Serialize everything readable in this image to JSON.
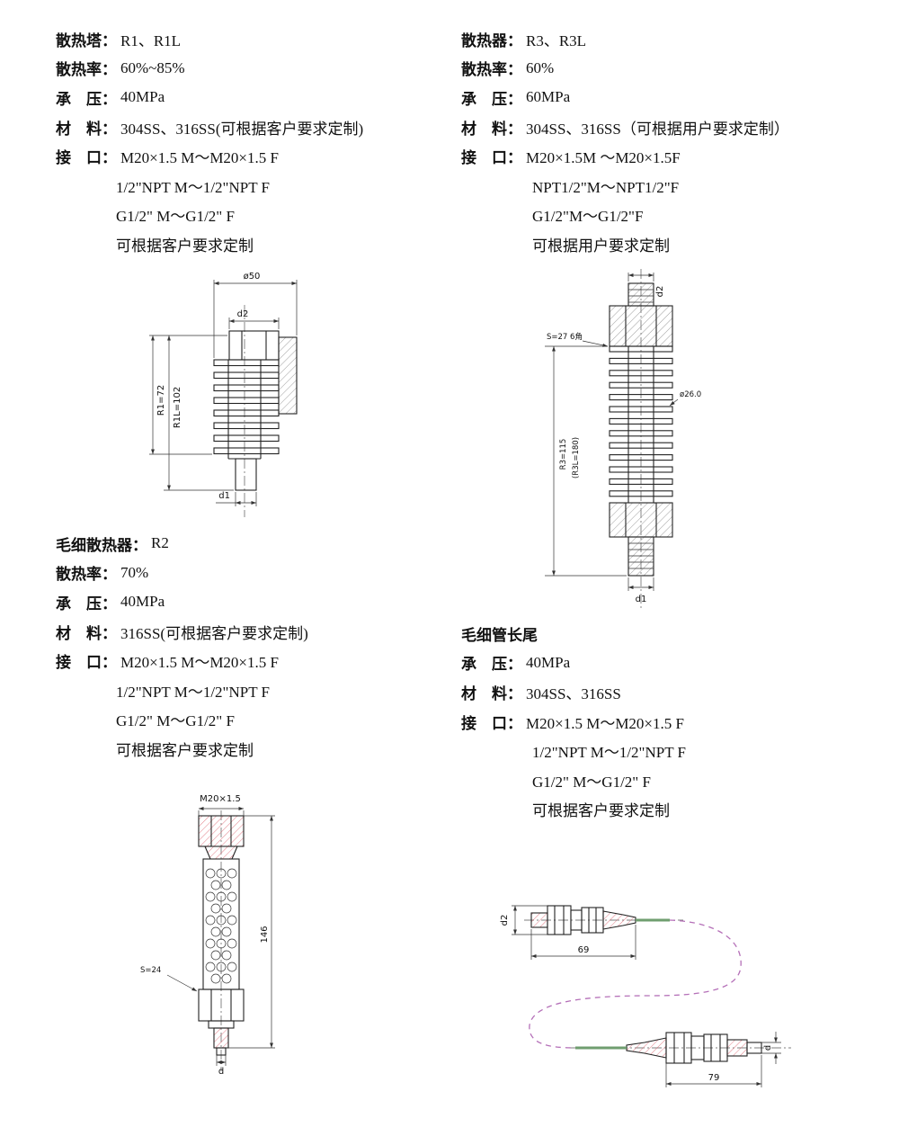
{
  "page": {
    "background": "#ffffff"
  },
  "colors": {
    "hatch_gray": "#888888",
    "hatch_red": "#e0707c",
    "capillary_purple": "#b570b8",
    "tube_green": "#6f9e6f",
    "ink": "#111111"
  },
  "specs": {
    "r1": {
      "rows": [
        {
          "label": "散热塔：",
          "value": "R1、R1L"
        },
        {
          "label": "散热率：",
          "value": "60%~85%"
        },
        {
          "label": "承　压：",
          "value": "40MPa"
        },
        {
          "label": "材　料：",
          "value": "304SS、316SS(可根据客户要求定制)"
        },
        {
          "label": "接　口：",
          "value": "M20×1.5 M～M20×1.5 F"
        }
      ],
      "cont": [
        "1/2\"NPT M～1/2\"NPT F",
        "G1/2\" M～G1/2\" F",
        "可根据客户要求定制"
      ]
    },
    "r3": {
      "rows": [
        {
          "label": "散热器：",
          "value": "R3、R3L"
        },
        {
          "label": "散热率：",
          "value": "60%"
        },
        {
          "label": "承　压：",
          "value": "60MPa"
        },
        {
          "label": "材　料：",
          "value": "304SS、316SS（可根据用户要求定制）"
        },
        {
          "label": "接　口：",
          "value": "M20×1.5M ～M20×1.5F"
        }
      ],
      "cont": [
        "NPT1/2\"M～NPT1/2\"F",
        "G1/2\"M～G1/2\"F",
        "可根据用户要求定制"
      ]
    },
    "r2": {
      "rows": [
        {
          "label": "毛细散热器：",
          "value": "R2"
        },
        {
          "label": "散热率：",
          "value": "70%"
        },
        {
          "label": "承　压：",
          "value": "40MPa"
        },
        {
          "label": "材　料：",
          "value": "316SS(可根据客户要求定制)"
        },
        {
          "label": "接　口：",
          "value": "M20×1.5 M～M20×1.5 F"
        }
      ],
      "cont": [
        "1/2\"NPT M～1/2\"NPT F",
        "G1/2\" M～G1/2\" F",
        "可根据客户要求定制"
      ]
    },
    "tail": {
      "title": "毛细管长尾",
      "rows": [
        {
          "label": "承　压：",
          "value": "40MPa"
        },
        {
          "label": "材　料：",
          "value": "304SS、316SS"
        },
        {
          "label": "接　口：",
          "value": "M20×1.5 M～M20×1.5 F"
        }
      ],
      "cont": [
        "1/2\"NPT M～1/2\"NPT F",
        "G1/2\" M～G1/2\" F",
        "可根据客户要求定制"
      ]
    }
  },
  "drawings": {
    "r1": {
      "dia_top": "ø50",
      "d2": "d2",
      "len_r1": "R1=72",
      "len_r1l": "R1L=102",
      "d1": "d1"
    },
    "r3": {
      "d2": "d2",
      "hex_size": "S=27 6角",
      "dia_fin": "ø26.0",
      "len_r3": "R3=115",
      "len_r3l": "(R3L=180)",
      "d1": "d1"
    },
    "r2": {
      "thread": "M20×1.5",
      "length": "146",
      "hex_size": "S=24",
      "d": "d"
    },
    "tail": {
      "d2": "d2",
      "len_body": "69",
      "len_fitting": "79",
      "d": "d"
    }
  }
}
